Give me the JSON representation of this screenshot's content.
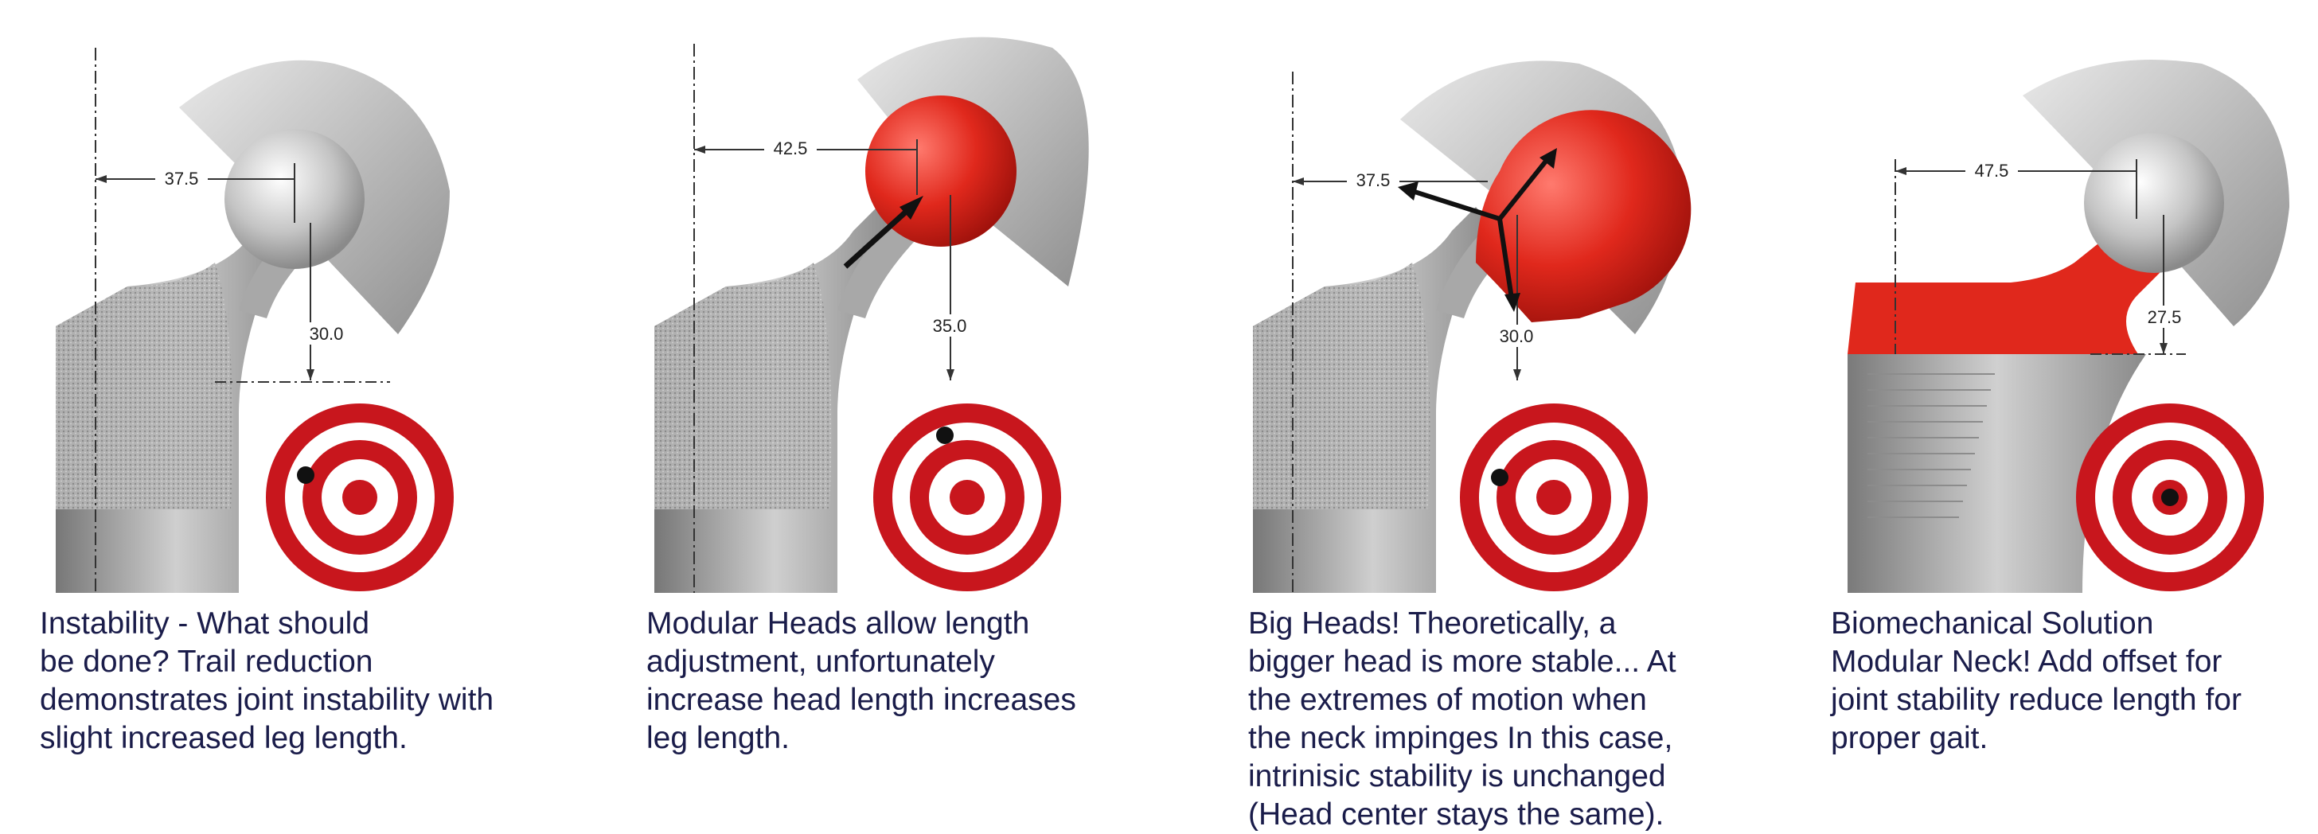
{
  "panels": [
    {
      "id": "instability",
      "caption": "Instability - What should\nbe done? Trail reduction\ndemonstrates joint instability with\nslight increased leg length.",
      "offset_label": "37.5",
      "length_label": "30.0",
      "head_color": "#c9c9c9",
      "neck_color": "#a8a8a8"
    },
    {
      "id": "modular-heads",
      "caption": "Modular Heads allow length\nadjustment, unfortunately\nincrease head length increases\nleg length.",
      "offset_label": "42.5",
      "length_label": "35.0",
      "head_color": "#e0281c",
      "neck_color": "#a8a8a8"
    },
    {
      "id": "big-heads",
      "caption": "Big Heads! Theoretically, a\nbigger head is more stable... At\nthe extremes of motion when\nthe neck impinges In this case,\nintrinisic stability is unchanged\n(Head center stays the same).",
      "offset_label": "37.5",
      "length_label": "30.0",
      "head_color": "#e0281c",
      "neck_color": "#a8a8a8"
    },
    {
      "id": "modular-neck",
      "caption": "Biomechanical Solution\nModular Neck! Add offset for\njoint stability reduce length for\nproper gait.",
      "offset_label": "47.5",
      "length_label": "27.5",
      "head_color": "#c9c9c9",
      "neck_color": "#e0281c"
    }
  ],
  "colors": {
    "target_red": "#c8161d",
    "caption_text": "#1a1c4a",
    "cup_gray": "#bdbdbd",
    "stem_gray": "#9e9e9e"
  },
  "icons": [
    "target-icon",
    "arrow-icon"
  ]
}
